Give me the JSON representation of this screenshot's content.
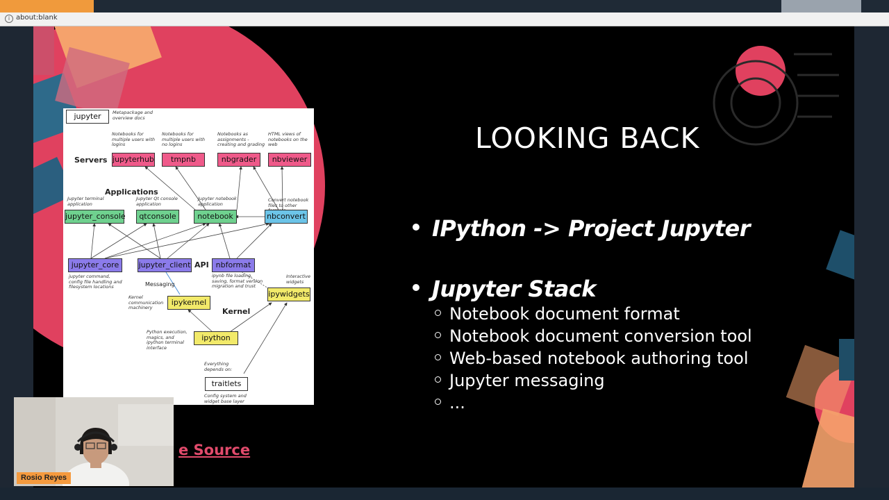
{
  "browser": {
    "url": "about:blank",
    "info_icon": "i"
  },
  "slide": {
    "title": "LOOKING BACK",
    "bullets": [
      "IPython -> Project Jupyter",
      "Jupyter Stack"
    ],
    "sub_bullets": [
      "Notebook document format",
      "Notebook document conversion tool",
      "Web-based notebook authoring tool",
      "Jupyter messaging",
      "..."
    ],
    "source_link": "e Source",
    "colors": {
      "accent_pink": "#e24b6c",
      "accent_orange": "#f09a3c",
      "background": "#000000"
    }
  },
  "diagram": {
    "nodes": {
      "jupyter": "jupyter",
      "jupyterhub": "jupyterhub",
      "tmpnb": "tmpnb",
      "nbgrader": "nbgrader",
      "nbviewer": "nbviewer",
      "jupyter_console": "jupyter_console",
      "qtconsole": "qtconsole",
      "notebook": "notebook",
      "nbconvert": "nbconvert",
      "jupyter_core": "jupyter_core",
      "jupyter_client": "jupyter_client",
      "nbformat": "nbformat",
      "ipykernel": "ipykernel",
      "ipywidgets": "ipywidgets",
      "ipython": "ipython",
      "traitlets": "traitlets"
    },
    "sections": {
      "servers": "Servers",
      "applications": "Applications",
      "api": "API",
      "kernel": "Kernel",
      "messaging": "Messaging"
    },
    "captions": {
      "jupyter": "Metapackage and overview docs",
      "jupyterhub": "Notebooks for multiple users with logins",
      "tmpnb": "Notebooks for multiple users with no logins",
      "nbgrader": "Notebooks as assignments - creating and grading",
      "nbviewer": "HTML views of notebooks on the web",
      "jupyter_console": "Jupyter terminal application",
      "qtconsole": "Jupyter Qt console application",
      "notebook": "Jupyter notebook application",
      "nbconvert": "Convert notebook files to other formats",
      "jupyter_core": "jupyter command, config file handling and filesystem locations",
      "nbformat": "ipynb file loading, saving, format version migration and trust",
      "ipywidgets": "Interactive widgets",
      "ipykernel": "Kernel communication machinery",
      "ipython": "Python execution, magics, and ipython terminal interface",
      "traitlets_top": "Everything depends on:",
      "traitlets_bottom": "Config system and widget base layer"
    }
  },
  "webcam": {
    "name": "Rosio Reyes"
  }
}
